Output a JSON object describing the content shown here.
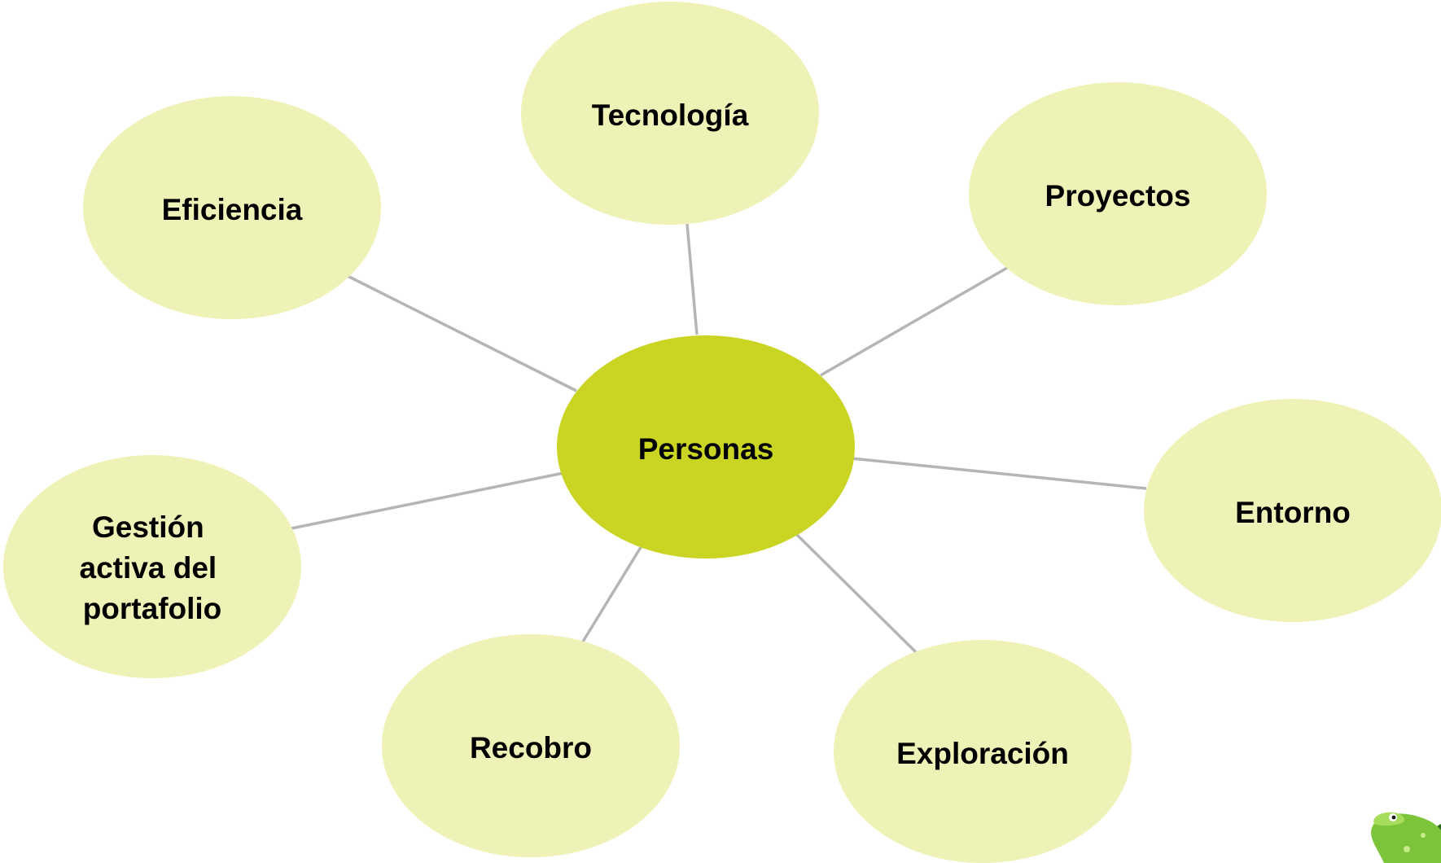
{
  "center": {
    "label": "Personas"
  },
  "nodes": [
    {
      "id": "tecnologia",
      "lines": [
        "Tecnología"
      ]
    },
    {
      "id": "proyectos",
      "lines": [
        "Proyectos"
      ]
    },
    {
      "id": "entorno",
      "lines": [
        "Entorno"
      ]
    },
    {
      "id": "exploracion",
      "lines": [
        "Exploración"
      ]
    },
    {
      "id": "recobro",
      "lines": [
        "Recobro"
      ]
    },
    {
      "id": "gestion",
      "lines": [
        "Gestión",
        "activa del",
        "portafolio"
      ]
    },
    {
      "id": "eficiencia",
      "lines": [
        "Eficiencia"
      ]
    }
  ],
  "colors": {
    "center_fill": "#c9d423",
    "node_fill": "#eef2b6",
    "connector": "#b5b5b5",
    "text": "#000000"
  },
  "icons": {
    "corner": "gecko-mascot-icon"
  }
}
